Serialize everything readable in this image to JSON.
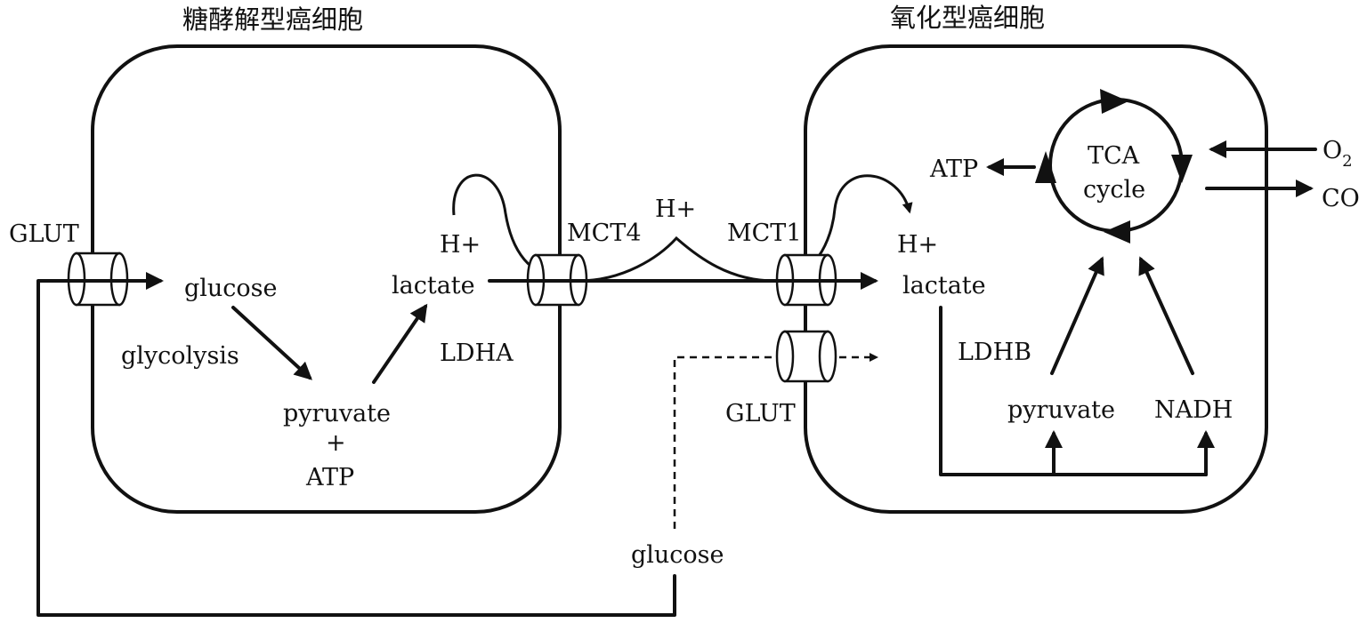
{
  "titles": {
    "glycolytic_cell": "糖酵解型癌细胞",
    "oxidative_cell": "氧化型癌细胞"
  },
  "left_cell": {
    "transporter_in": "GLUT",
    "glucose": "glucose",
    "process": "glycolysis",
    "pyruvate": "pyruvate",
    "plus": "+",
    "atp": "ATP",
    "proton": "H+",
    "lactate": "lactate",
    "enzyme": "LDHA",
    "transporter_out": "MCT4"
  },
  "extracellular": {
    "proton": "H+",
    "glucose": "glucose"
  },
  "right_cell": {
    "transporter_lactate": "MCT1",
    "transporter_glucose": "GLUT",
    "proton": "H+",
    "lactate": "lactate",
    "enzyme": "LDHB",
    "pyruvate": "pyruvate",
    "nadh": "NADH",
    "atp": "ATP",
    "tca_line1": "TCA",
    "tca_line2": "cycle",
    "oxygen": "O",
    "oxygen_subscript": "2",
    "co": "CO"
  }
}
